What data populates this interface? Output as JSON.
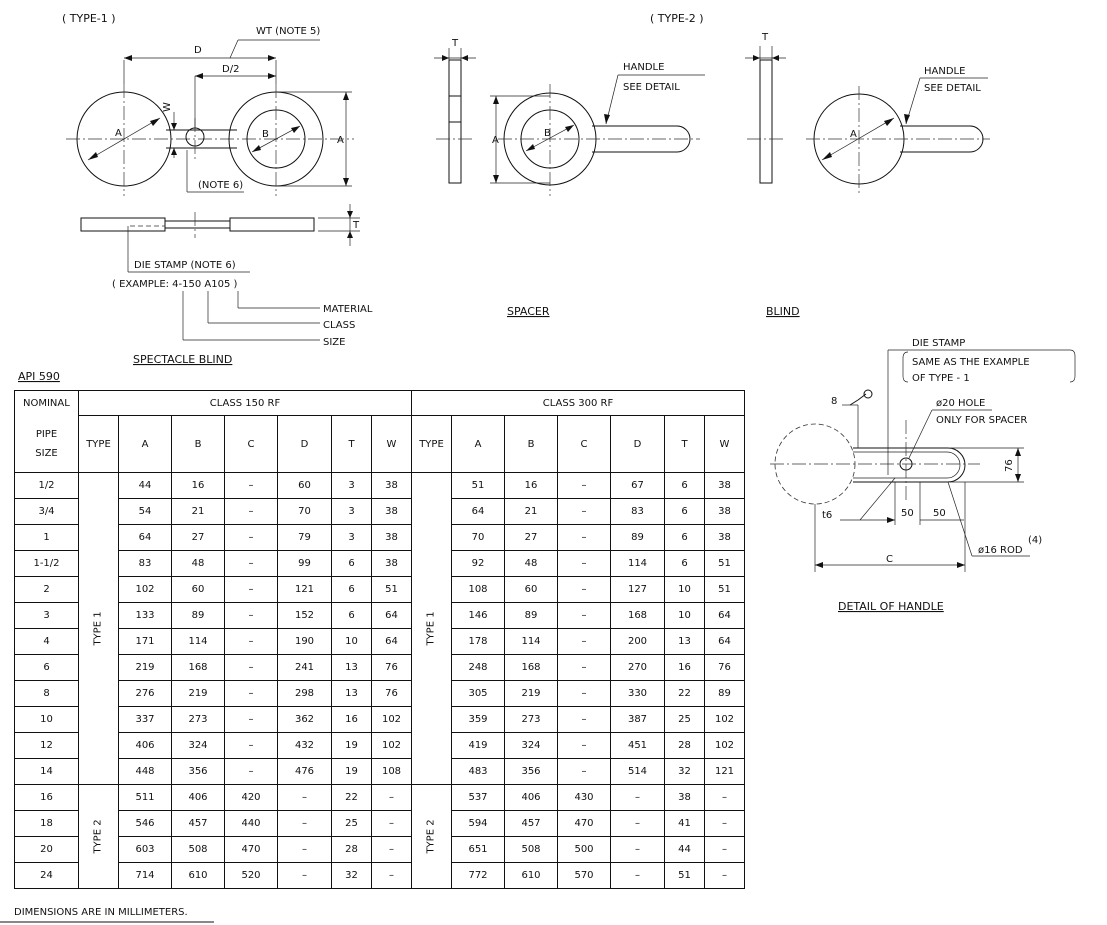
{
  "drawing": {
    "type1_label": "( TYPE-1 )",
    "type2_label": "( TYPE-2 )",
    "spectacle": {
      "dim_d": "D",
      "dim_d2": "D/2",
      "wt_note": "WT (NOTE 5)",
      "dim_w": "W",
      "dim_a_left": "A",
      "dim_b": "B",
      "dim_a_right": "A",
      "note6": "(NOTE 6)",
      "dim_t": "T",
      "die_stamp": "DIE STAMP (NOTE 6)",
      "example": "( EXAMPLE: 4-150 A105 )",
      "material": "MATERIAL",
      "class": "CLASS",
      "size": "SIZE",
      "title": "SPECTACLE BLIND"
    },
    "spacer": {
      "dim_t": "T",
      "dim_a": "A",
      "dim_b": "B",
      "handle": "HANDLE",
      "see_detail": "SEE DETAIL",
      "title": "SPACER"
    },
    "blind": {
      "dim_t": "T",
      "dim_a": "A",
      "handle": "HANDLE",
      "see_detail": "SEE DETAIL",
      "title": "BLIND"
    },
    "handle_detail": {
      "die_stamp": "DIE STAMP",
      "same_line1": "SAME AS THE EXAMPLE",
      "same_line2": "OF TYPE - 1",
      "dim_8": "8",
      "hole": "ø20 HOLE",
      "only_spacer": "ONLY FOR SPACER",
      "dim_76": "76",
      "dim_t6": "t6",
      "dim_50a": "50",
      "dim_50b": "50",
      "rod": "ø16 ROD",
      "rod_note": "(4)",
      "dim_c": "C",
      "title": "DETAIL OF HANDLE"
    },
    "api_label": "API 590",
    "footnote": "DIMENSIONS ARE IN MILLIMETERS."
  },
  "table": {
    "header": {
      "nominal": "NOMINAL",
      "pipe": "PIPE",
      "size": "SIZE",
      "class150": "CLASS 150 RF",
      "class300": "CLASS 300 RF",
      "columns": [
        "TYPE",
        "A",
        "B",
        "C",
        "D",
        "T",
        "W"
      ]
    },
    "type1_label": "TYPE 1",
    "type2_label": "TYPE 2",
    "rows": [
      {
        "size": "1/2",
        "c150": [
          "44",
          "16",
          "–",
          "60",
          "3",
          "38"
        ],
        "c300": [
          "51",
          "16",
          "–",
          "67",
          "6",
          "38"
        ]
      },
      {
        "size": "3/4",
        "c150": [
          "54",
          "21",
          "–",
          "70",
          "3",
          "38"
        ],
        "c300": [
          "64",
          "21",
          "–",
          "83",
          "6",
          "38"
        ]
      },
      {
        "size": "1",
        "c150": [
          "64",
          "27",
          "–",
          "79",
          "3",
          "38"
        ],
        "c300": [
          "70",
          "27",
          "–",
          "89",
          "6",
          "38"
        ]
      },
      {
        "size": "1-1/2",
        "c150": [
          "83",
          "48",
          "–",
          "99",
          "6",
          "38"
        ],
        "c300": [
          "92",
          "48",
          "–",
          "114",
          "6",
          "51"
        ]
      },
      {
        "size": "2",
        "c150": [
          "102",
          "60",
          "–",
          "121",
          "6",
          "51"
        ],
        "c300": [
          "108",
          "60",
          "–",
          "127",
          "10",
          "51"
        ]
      },
      {
        "size": "3",
        "c150": [
          "133",
          "89",
          "–",
          "152",
          "6",
          "64"
        ],
        "c300": [
          "146",
          "89",
          "–",
          "168",
          "10",
          "64"
        ]
      },
      {
        "size": "4",
        "c150": [
          "171",
          "114",
          "–",
          "190",
          "10",
          "64"
        ],
        "c300": [
          "178",
          "114",
          "–",
          "200",
          "13",
          "64"
        ]
      },
      {
        "size": "6",
        "c150": [
          "219",
          "168",
          "–",
          "241",
          "13",
          "76"
        ],
        "c300": [
          "248",
          "168",
          "–",
          "270",
          "16",
          "76"
        ]
      },
      {
        "size": "8",
        "c150": [
          "276",
          "219",
          "–",
          "298",
          "13",
          "76"
        ],
        "c300": [
          "305",
          "219",
          "–",
          "330",
          "22",
          "89"
        ]
      },
      {
        "size": "10",
        "c150": [
          "337",
          "273",
          "–",
          "362",
          "16",
          "102"
        ],
        "c300": [
          "359",
          "273",
          "–",
          "387",
          "25",
          "102"
        ]
      },
      {
        "size": "12",
        "c150": [
          "406",
          "324",
          "–",
          "432",
          "19",
          "102"
        ],
        "c300": [
          "419",
          "324",
          "–",
          "451",
          "28",
          "102"
        ]
      },
      {
        "size": "14",
        "c150": [
          "448",
          "356",
          "–",
          "476",
          "19",
          "108"
        ],
        "c300": [
          "483",
          "356",
          "–",
          "514",
          "32",
          "121"
        ]
      },
      {
        "size": "16",
        "c150": [
          "511",
          "406",
          "420",
          "–",
          "22",
          "–"
        ],
        "c300": [
          "537",
          "406",
          "430",
          "–",
          "38",
          "–"
        ]
      },
      {
        "size": "18",
        "c150": [
          "546",
          "457",
          "440",
          "–",
          "25",
          "–"
        ],
        "c300": [
          "594",
          "457",
          "470",
          "–",
          "41",
          "–"
        ]
      },
      {
        "size": "20",
        "c150": [
          "603",
          "508",
          "470",
          "–",
          "28",
          "–"
        ],
        "c300": [
          "651",
          "508",
          "500",
          "–",
          "44",
          "–"
        ]
      },
      {
        "size": "24",
        "c150": [
          "714",
          "610",
          "520",
          "–",
          "32",
          "–"
        ],
        "c300": [
          "772",
          "610",
          "570",
          "–",
          "51",
          "–"
        ]
      }
    ]
  }
}
